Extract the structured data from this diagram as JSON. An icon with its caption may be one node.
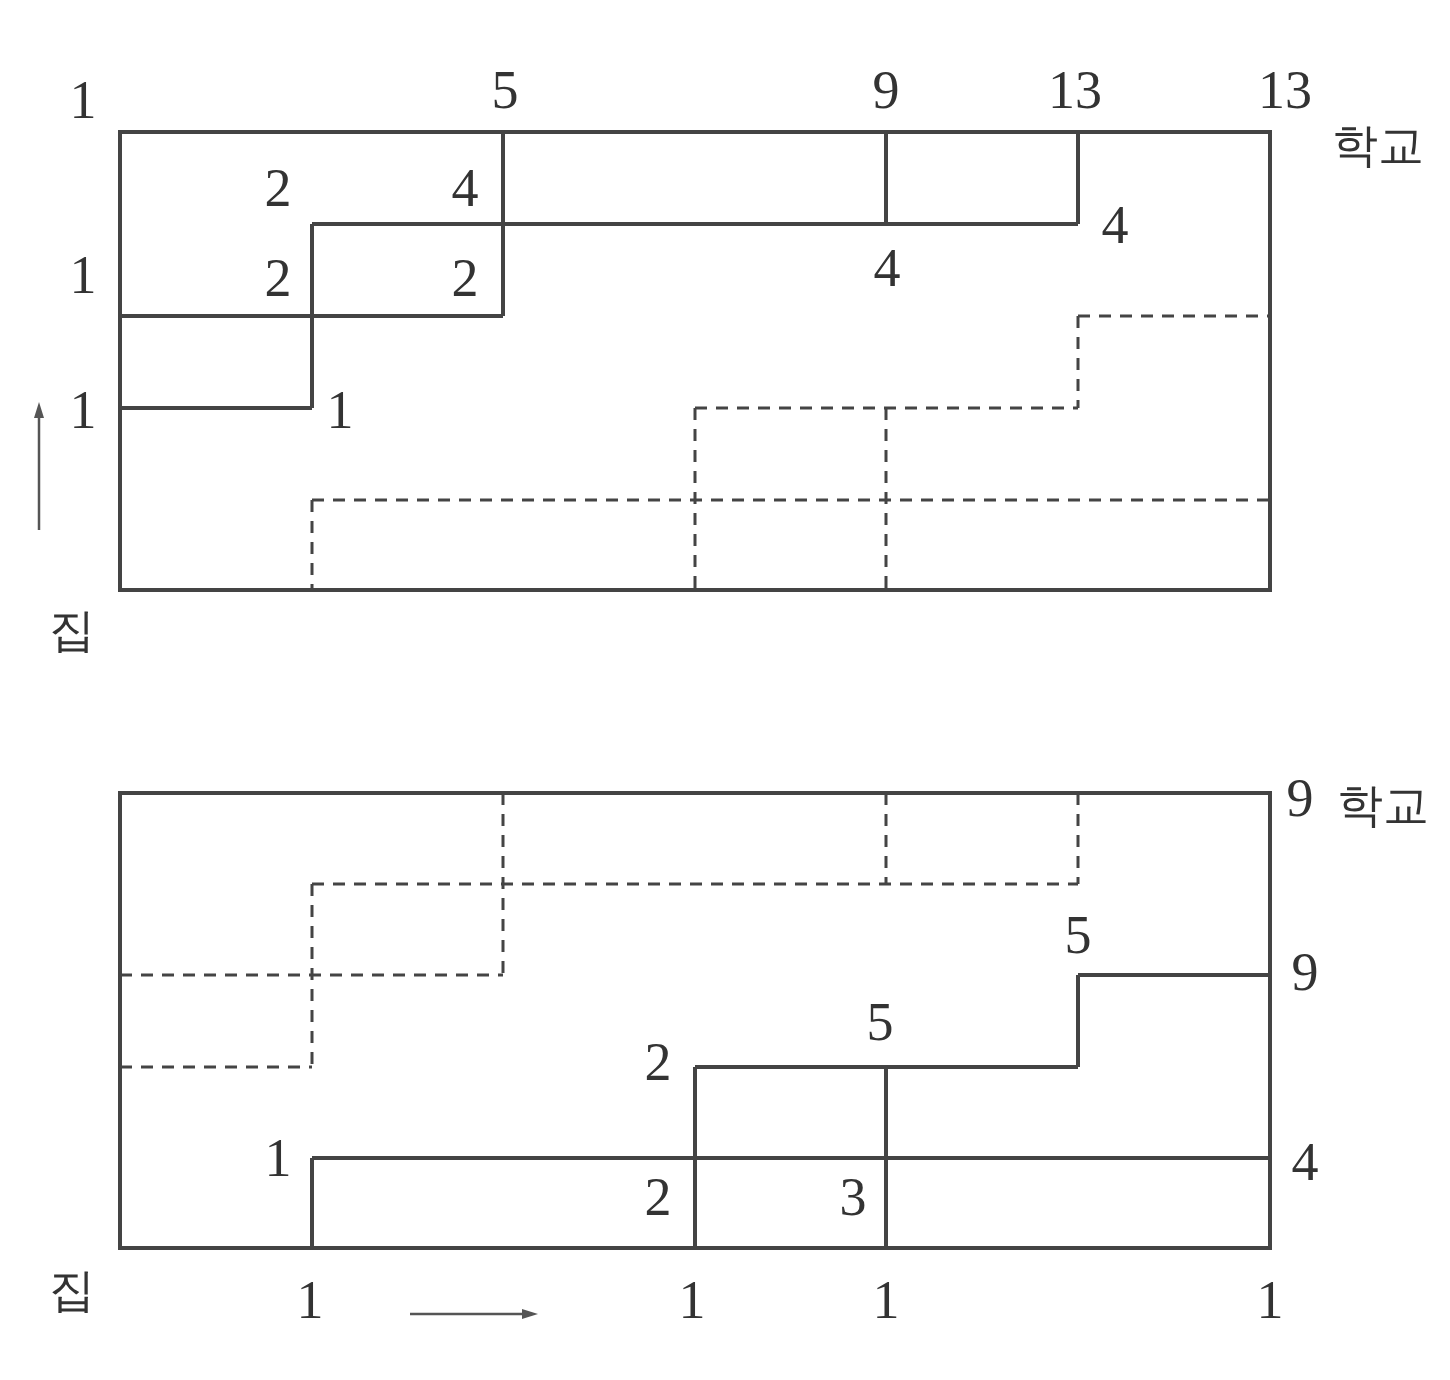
{
  "diagram": {
    "labels": [
      "1",
      "5",
      "9",
      "13",
      "13",
      "학교",
      "2",
      "4",
      "1",
      "2",
      "2",
      "4",
      "4",
      "1",
      "1",
      "집",
      "9",
      "학교",
      "5",
      "9",
      "5",
      "2",
      "1",
      "4",
      "2",
      "3",
      "집",
      "1",
      "1",
      "1",
      "1"
    ]
  }
}
